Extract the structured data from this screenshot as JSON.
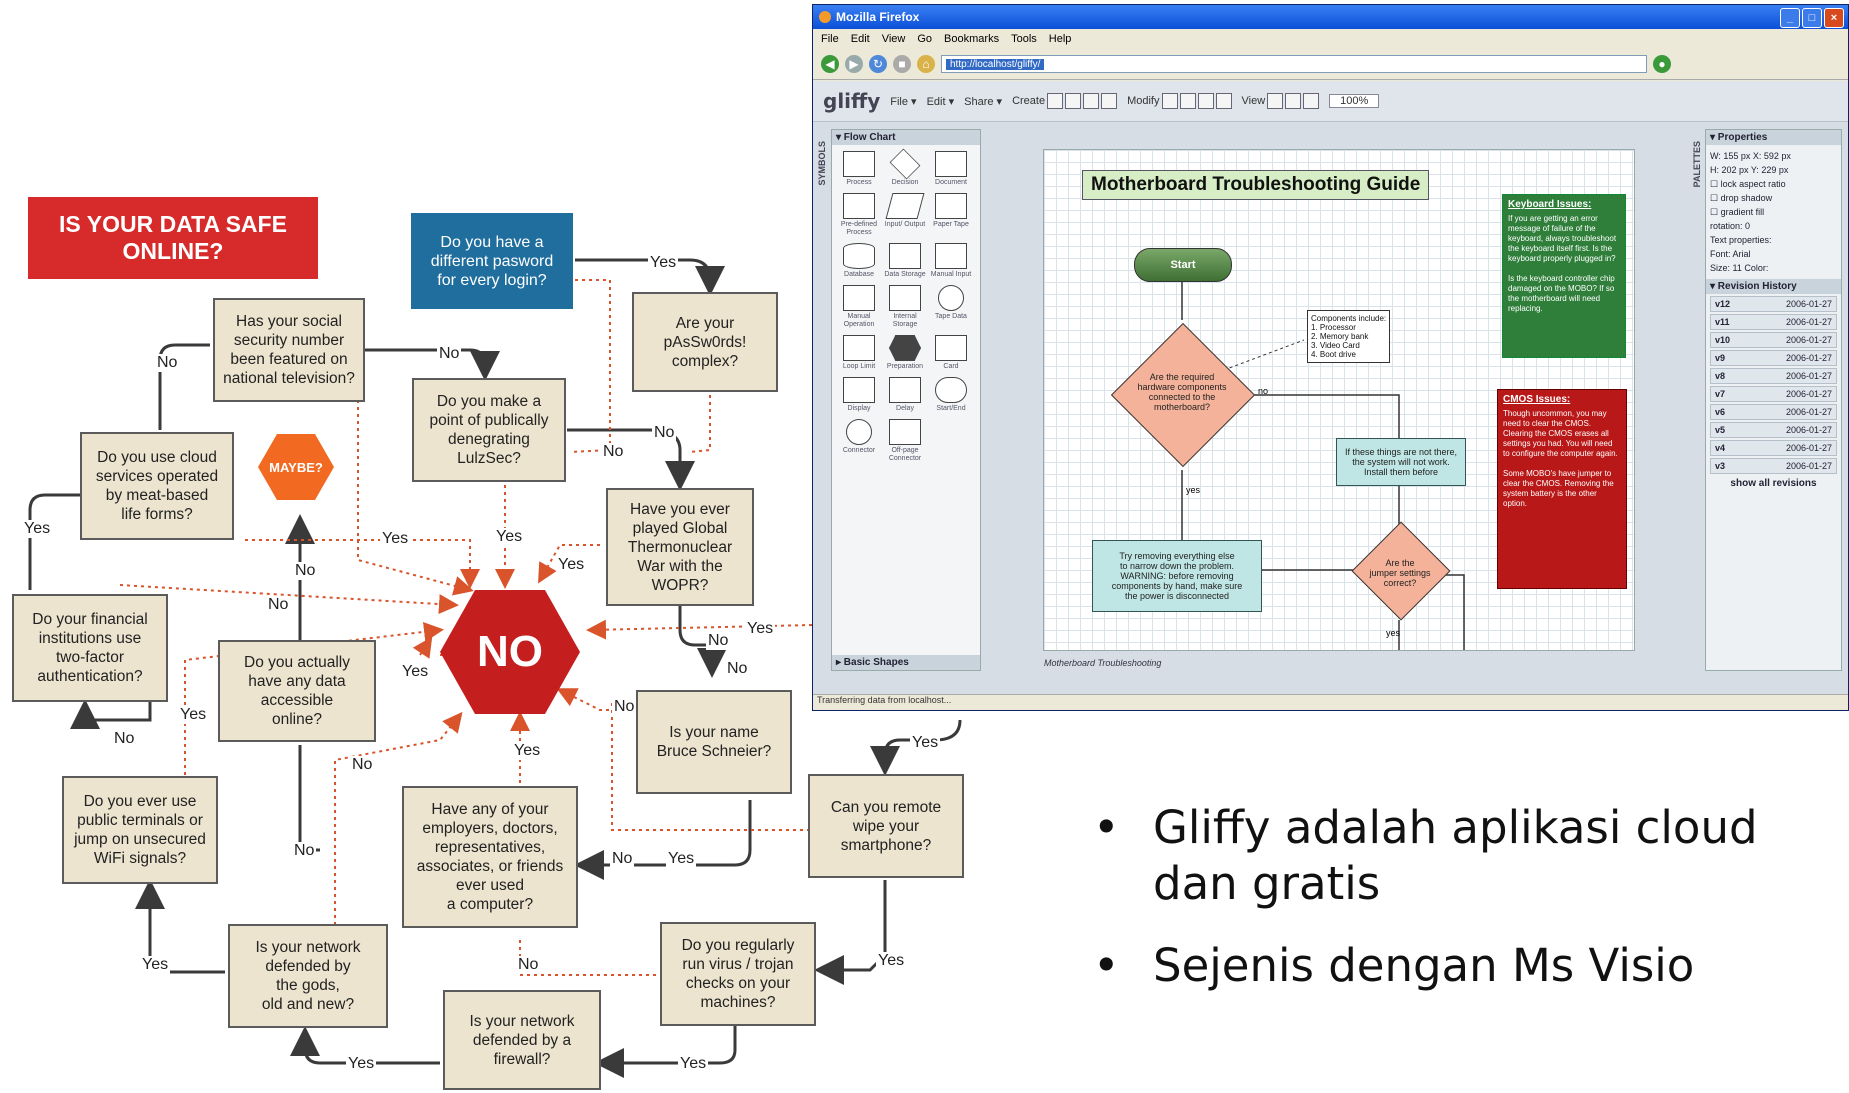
{
  "infographic": {
    "title": "IS YOUR DATA SAFE\nONLINE?",
    "start_question": "Do you have a\ndifferent pasword\nfor every login?",
    "no_label": "NO",
    "maybe_label": "MAYBE?",
    "questions": {
      "complex": "Are your\npAsSw0rds!\ncomplex?",
      "ssn": "Has your social\nsecurity number\nbeen featured on\nnational television?",
      "lulzsec": "Do you make a\npoint of publically\ndenegrating\nLulzSec?",
      "wopr": "Have you ever\nplayed Global\nThermonuclear\nWar with the\nWOPR?",
      "cloud": "Do you use cloud\nservices operated\nby meat-based\nlife forms?",
      "twofactor": "Do your financial\ninstitutions use\ntwo-factor\nauthentication?",
      "accessible": "Do you actually\nhave any data\naccessible\nonline?",
      "schneier": "Is your name\nBruce Schneier?",
      "terminals": "Do you ever use\npublic terminals or\njump on unsecured\nWiFi signals?",
      "employers": "Have any of your\nemployers, doctors,\nrepresentatives,\nassociates, or friends\never used\na computer?",
      "remotewipe": "Can you remote\nwipe your\nsmartphone?",
      "gods": "Is your network\ndefended by\nthe gods,\nold and new?",
      "virus": "Do you regularly\nrun virus / trojan\nchecks on your\nmachines?",
      "firewall": "Is your network\ndefended by a\nfirewall?"
    },
    "edge_labels": {
      "yes": "Yes",
      "no": "No"
    }
  },
  "browser": {
    "window_title": "Mozilla Firefox",
    "menu": [
      "File",
      "Edit",
      "View",
      "Go",
      "Bookmarks",
      "Tools",
      "Help"
    ],
    "url": "http://localhost/gliffy/",
    "status": "Transferring data from localhost...",
    "controls": [
      "_",
      "□",
      "×"
    ]
  },
  "gliffy": {
    "logo": "gliffy",
    "menus": [
      "File ▾",
      "Edit ▾",
      "Share ▾",
      "Create",
      "Modify",
      "View"
    ],
    "zoom": "100%",
    "symbols_tab": "SYMBOLS",
    "palettes_tab": "PALETTES",
    "flowchart_header": "▾ Flow Chart",
    "basic_shapes": "▸ Basic Shapes",
    "symbols": [
      {
        "label": "Process",
        "shape": "rect"
      },
      {
        "label": "Decision",
        "shape": "diamond"
      },
      {
        "label": "Document",
        "shape": "doc"
      },
      {
        "label": "Pre-defined Process",
        "shape": "predef"
      },
      {
        "label": "Input/ Output",
        "shape": "para"
      },
      {
        "label": "Paper Tape",
        "shape": "tape"
      },
      {
        "label": "Database",
        "shape": "db"
      },
      {
        "label": "Data Storage",
        "shape": "storage"
      },
      {
        "label": "Manual Input",
        "shape": "manual"
      },
      {
        "label": "Manual Operation",
        "shape": "trap"
      },
      {
        "label": "Internal Storage",
        "shape": "internal"
      },
      {
        "label": "Tape Data",
        "shape": "circle"
      },
      {
        "label": "Loop Limit",
        "shape": "loop"
      },
      {
        "label": "Preparation",
        "shape": "hex"
      },
      {
        "label": "Card",
        "shape": "card"
      },
      {
        "label": "Display",
        "shape": "display"
      },
      {
        "label": "Delay",
        "shape": "delay"
      },
      {
        "label": "Start/End",
        "shape": "pill"
      },
      {
        "label": "Connector",
        "shape": "circle"
      },
      {
        "label": "Off-page Connector",
        "shape": "offpage"
      }
    ],
    "canvas": {
      "title": "Motherboard Troubleshooting Guide",
      "start": "Start",
      "decision1": "Are the required\nhardware components\nconnected to the\nmotherboard?",
      "note": "Components include:\n1. Processor\n2. Memory bank\n3. Video Card\n4. Boot drive",
      "no1": "no",
      "yes1": "yes",
      "action_right": "If these things are not there,\nthe system will not work.\nInstall them before",
      "action_left": "Try removing everything else\nto narrow down the problem.\nWARNING: before removing\ncomponents by hand, make sure\nthe power is disconnected",
      "decision2": "Are the\njumper settings\ncorrect?",
      "yes2": "yes",
      "kb_title": "Keyboard Issues:",
      "kb_text": "If you are getting an error message of failure of the keyboard, always troubleshoot the keyboard itself first. Is the keyboard properly plugged in?\n\nIs the keyboard controller chip damaged on the MOBO? If so the motherboard will need replacing.",
      "cmos_title": "CMOS Issues:",
      "cmos_text": "Though uncommon, you may need to clear the CMOS. Clearing the CMOS erases all settings you had. You will need to configure the computer again.\n\nSome MOBO's have jumper to clear the CMOS. Removing the system battery is the other option.",
      "footer": "Motherboard Troubleshooting"
    },
    "properties": {
      "header": "▾ Properties",
      "w": "W: 155 px",
      "x": "X: 592 px",
      "h": "H: 202 px",
      "y": "Y: 229 px",
      "lock": "lock aspect ratio",
      "shadow": "drop shadow",
      "gradient": "gradient fill",
      "rotation": "rotation: 0",
      "text_props": "Text properties:",
      "font": "Font: Arial",
      "size": "Size: 11",
      "color": "Color:"
    },
    "revision_header": "▾ Revision History",
    "revisions": [
      {
        "v": "v12",
        "date": "2006-01-27"
      },
      {
        "v": "v11",
        "date": "2006-01-27"
      },
      {
        "v": "v10",
        "date": "2006-01-27"
      },
      {
        "v": "v9",
        "date": "2006-01-27"
      },
      {
        "v": "v8",
        "date": "2006-01-27"
      },
      {
        "v": "v7",
        "date": "2006-01-27"
      },
      {
        "v": "v6",
        "date": "2006-01-27"
      },
      {
        "v": "v5",
        "date": "2006-01-27"
      },
      {
        "v": "v4",
        "date": "2006-01-27"
      },
      {
        "v": "v3",
        "date": "2006-01-27"
      }
    ],
    "show_all": "show all revisions"
  },
  "bullets": [
    "Gliffy adalah aplikasi cloud dan gratis",
    "Sejenis dengan Ms Visio"
  ],
  "colors": {
    "title_red": "#d72b2b",
    "no_red": "#c41e1e",
    "maybe_orange": "#f26a21",
    "start_blue": "#1f6e9e",
    "box_fill": "#ece4cf",
    "dotted_red": "#d9532b"
  }
}
